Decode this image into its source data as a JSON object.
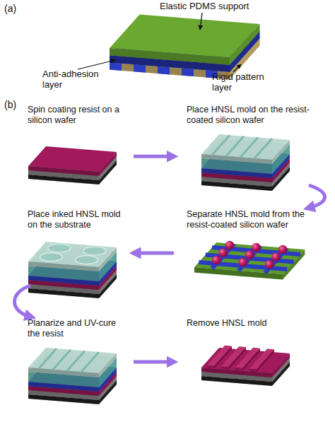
{
  "diagram": {
    "nodes": [
      {
        "text": [
          "Spin coating resist on a silicon wafer"
        ]
      },
      {
        "text": [
          "Place HNSL mold on the resist-coated silicon wafer"
        ]
      },
      {
        "text": [
          "Place inked HNSL mold on the substrate"
        ]
      },
      {
        "text": [
          "Separate HNSL mold from the resist-coated silicon wafer"
        ]
      },
      {
        "text": [
          "Planarize and UV-cure the resist"
        ]
      },
      {
        "text": [
          "Remove HNSL mold"
        ]
      }
    ],
    "edges": [
      {
        "from": 0,
        "to": 1,
        "arrow": "to"
      },
      {
        "from": 1,
        "to": 3,
        "arrow": "to"
      },
      {
        "from": 3,
        "to": 2,
        "arrow": "to"
      },
      {
        "from": 2,
        "to": 4,
        "arrow": "to"
      },
      {
        "from": 4,
        "to": 5,
        "arrow": "to"
      }
    ],
    "labels": [
      "(a)",
      "Elastic PDMS support",
      "Anti-adhesion layer",
      "Rigid pattern layer",
      "(b)"
    ]
  }
}
